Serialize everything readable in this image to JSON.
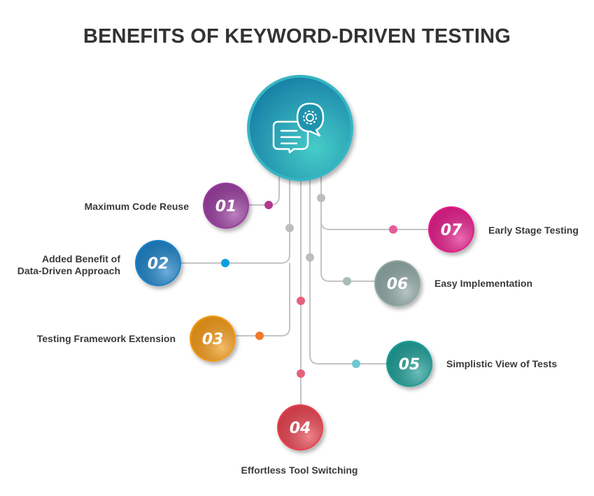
{
  "title": "BENEFITS OF KEYWORD-DRIVEN TESTING",
  "center_icon": "chat-gear-icon",
  "items": [
    {
      "num": "01",
      "label": "Maximum Code Reuse",
      "color": "#9a3d9f",
      "dot": "#b13b8e"
    },
    {
      "num": "02",
      "label_line1": "Added Benefit of",
      "label_line2": "Data-Driven Approach",
      "color": "#1b82c8",
      "dot": "#0c9fe0"
    },
    {
      "num": "03",
      "label": "Testing Framework Extension",
      "color": "#f39a17",
      "dot": "#f07a2a"
    },
    {
      "num": "04",
      "label": "Effortless Tool Switching",
      "color": "#e8434f",
      "dot": "#e8607a"
    },
    {
      "num": "05",
      "label": "Simplistic View of Tests",
      "color": "#1f9e96",
      "dot": "#6cc8d2"
    },
    {
      "num": "06",
      "label": "Easy Implementation",
      "color": "#8fa8a4",
      "dot": "#a8bcb8"
    },
    {
      "num": "07",
      "label": "Early Stage Testing",
      "color": "#e41f8a",
      "dot": "#e85a9c"
    }
  ]
}
